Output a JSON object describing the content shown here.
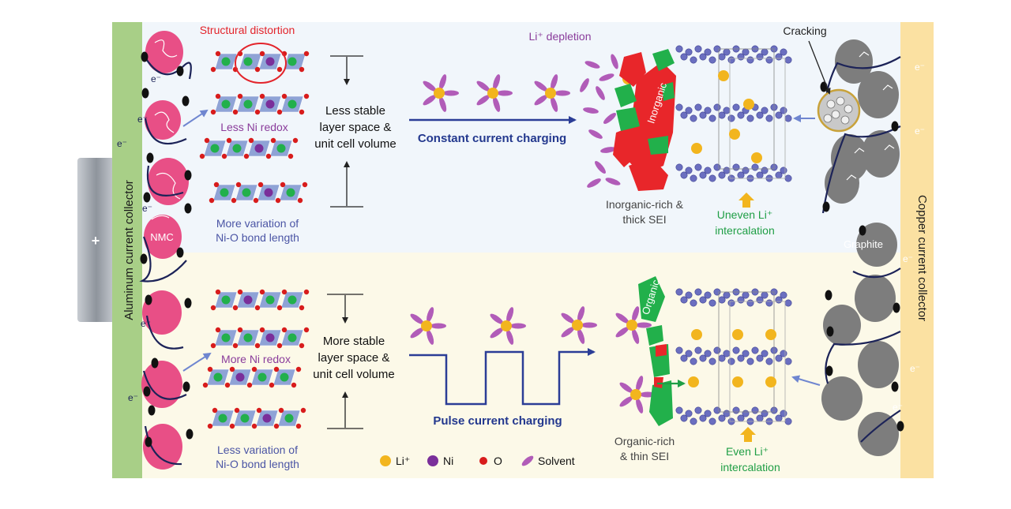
{
  "left_collector": {
    "label": "Aluminum current collector",
    "terminal": "+"
  },
  "right_collector": {
    "label": "Copper current collector"
  },
  "cathode_particle_label": "NMC",
  "anode_particle_label": "Graphite",
  "electron_label": "e⁻",
  "top": {
    "distortion_label": "Structural distortion",
    "redox_label": "Less Ni redox",
    "bond_label_line1": "More variation of",
    "bond_label_line2": "Ni-O bond length",
    "stability_line1": "Less stable",
    "stability_line2": "layer space &",
    "stability_line3": "unit cell volume",
    "charging_label": "Constant current charging",
    "depletion_label": "Li⁺ depletion",
    "sei_layer_label": "Inorganic",
    "sei_line1": "Inorganic-rich &",
    "sei_line2": "thick SEI",
    "intercalation_line1": "Uneven Li⁺",
    "intercalation_line2": "intercalation",
    "cracking_label": "Cracking"
  },
  "bottom": {
    "redox_label": "More Ni redox",
    "bond_label_line1": "Less variation of",
    "bond_label_line2": "Ni-O bond length",
    "stability_line1": "More stable",
    "stability_line2": "layer space &",
    "stability_line3": "unit cell volume",
    "charging_label": "Pulse current charging",
    "sei_layer_label": "Organic",
    "sei_line1": "Organic-rich",
    "sei_line2": "& thin SEI",
    "intercalation_line1": "Even Li⁺",
    "intercalation_line2": "intercalation"
  },
  "legend": {
    "items": [
      {
        "label": "Li⁺",
        "color": "#f2b51e"
      },
      {
        "label": "Ni",
        "color": "#7a2f9a"
      },
      {
        "label": "O",
        "color": "#d81c1c"
      },
      {
        "label": "Solvent",
        "color": "#b15cb8"
      }
    ]
  },
  "colors": {
    "aluminum": "#a8cf87",
    "copper": "#fbe1a2",
    "nmc": "#e84f86",
    "graphite": "#7d7d7d",
    "lattice": "#8fa3d6",
    "organic": "#22b04b",
    "inorganic": "#e8262a",
    "arrow_blue": "#2b3d96",
    "text_red": "#e3242b",
    "text_purple": "#8a3c9b",
    "text_blue": "#4b55a5",
    "text_green": "#1f9e45",
    "text_navy": "#23388e"
  }
}
